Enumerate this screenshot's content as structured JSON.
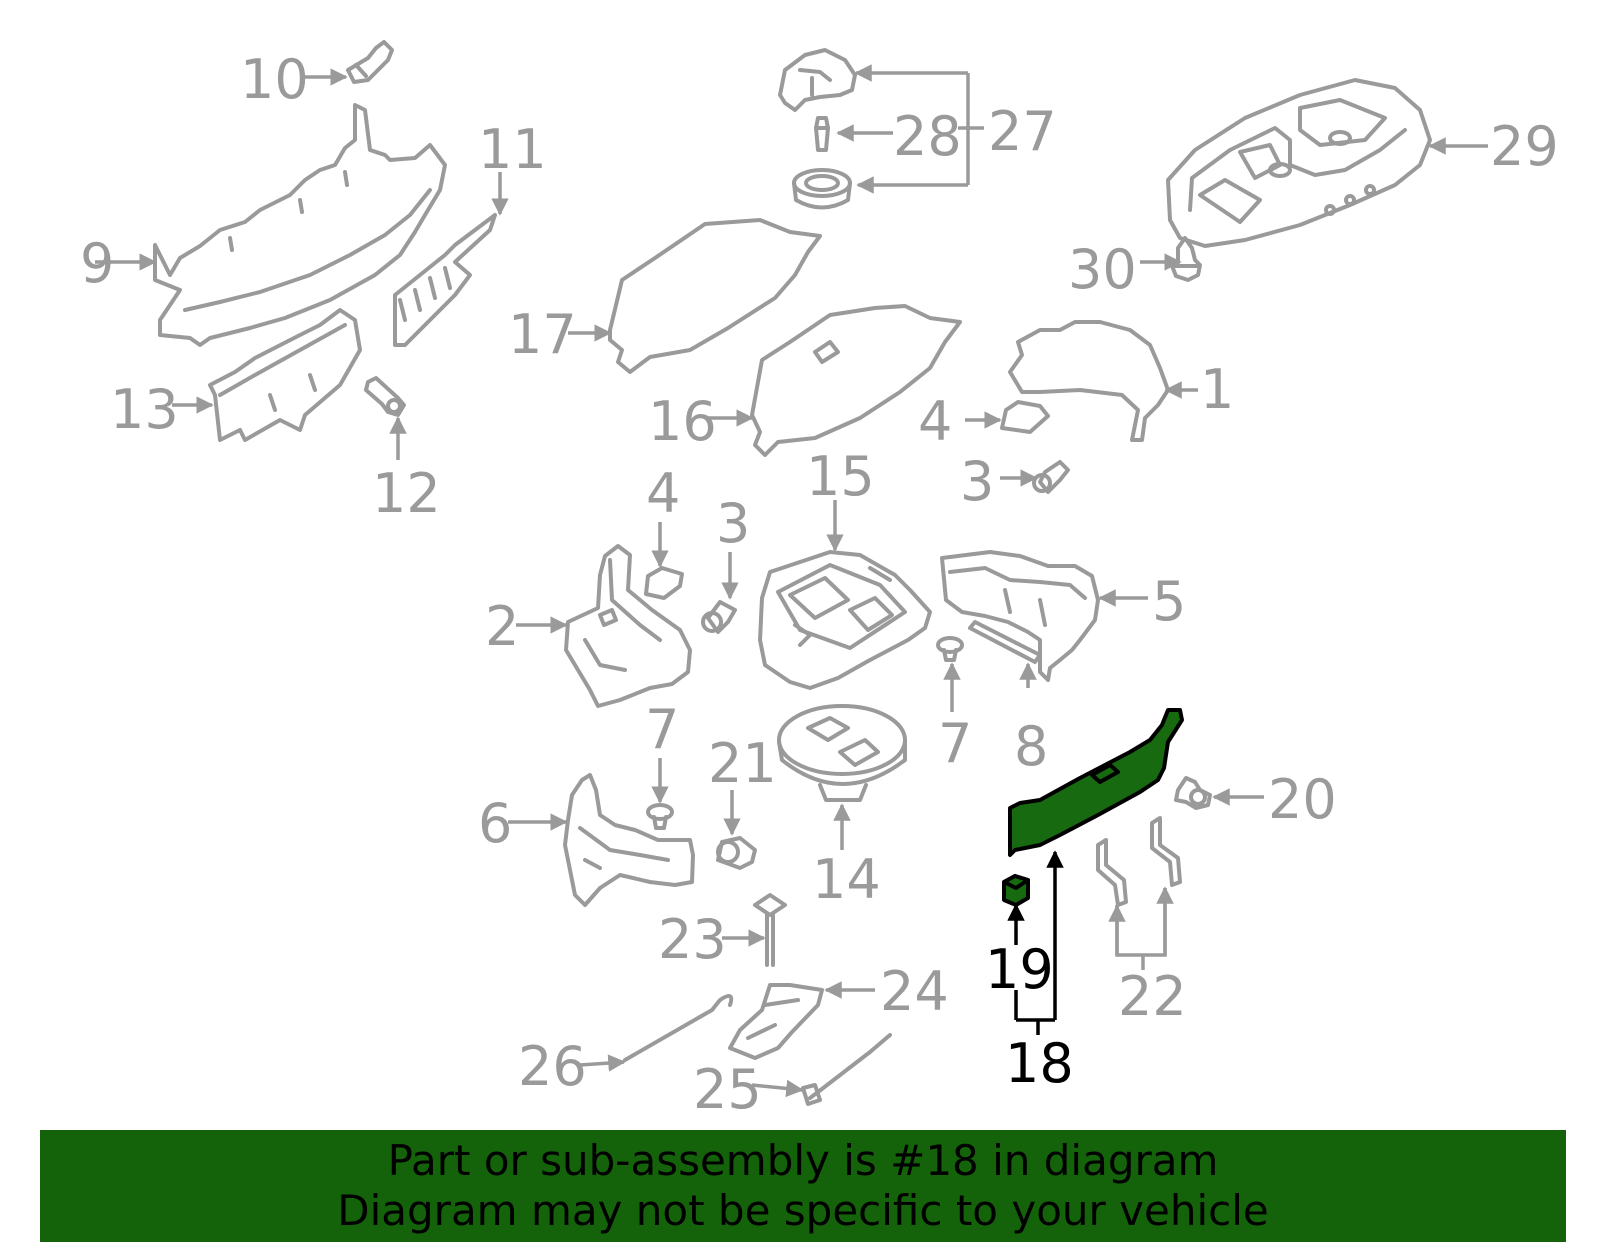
{
  "colors": {
    "part_line": "#9a9a9a",
    "highlight_fill": "#176a10",
    "highlight_line": "#000000",
    "banner_background": "#146209",
    "banner_text": "#000000"
  },
  "callouts": {
    "c1": "1",
    "c2": "2",
    "c3a": "3",
    "c3b": "3",
    "c4a": "4",
    "c4b": "4",
    "c5": "5",
    "c6": "6",
    "c7a": "7",
    "c7b": "7",
    "c8": "8",
    "c9": "9",
    "c10": "10",
    "c11": "11",
    "c12": "12",
    "c13": "13",
    "c14": "14",
    "c15": "15",
    "c16": "16",
    "c17": "17",
    "c18": "18",
    "c19": "19",
    "c20": "20",
    "c21": "21",
    "c22": "22",
    "c23": "23",
    "c24": "24",
    "c25": "25",
    "c26": "26",
    "c27": "27",
    "c28": "28",
    "c29": "29",
    "c30": "30"
  },
  "highlighted_part": "18",
  "banner": {
    "line1": "Part or sub-assembly is #18 in diagram",
    "line2": "Diagram may not be specific to your vehicle"
  }
}
